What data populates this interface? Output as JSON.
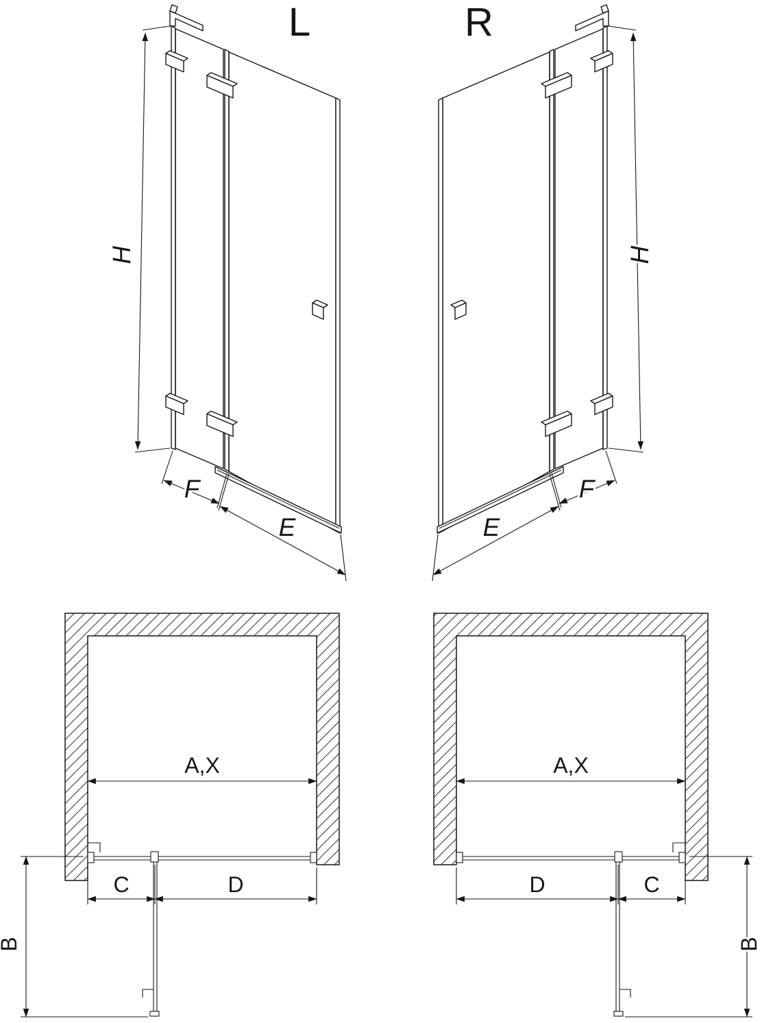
{
  "figure_type": "shower-door-technical-diagram",
  "colors": {
    "line": "#161616",
    "background": "#ffffff"
  },
  "units": {
    "left": {
      "variant": "L",
      "height": "H",
      "fixed_width": "F",
      "door_width": "E"
    },
    "right": {
      "variant": "R",
      "height": "H",
      "fixed_width": "F",
      "door_width": "E"
    }
  },
  "plans": {
    "left": {
      "opening_width": "A,X",
      "fixed_segment": "C",
      "door_segment": "D",
      "door_swing_depth": "B"
    },
    "right": {
      "opening_width": "A,X",
      "fixed_segment": "C",
      "door_segment": "D",
      "door_swing_depth": "B"
    }
  }
}
